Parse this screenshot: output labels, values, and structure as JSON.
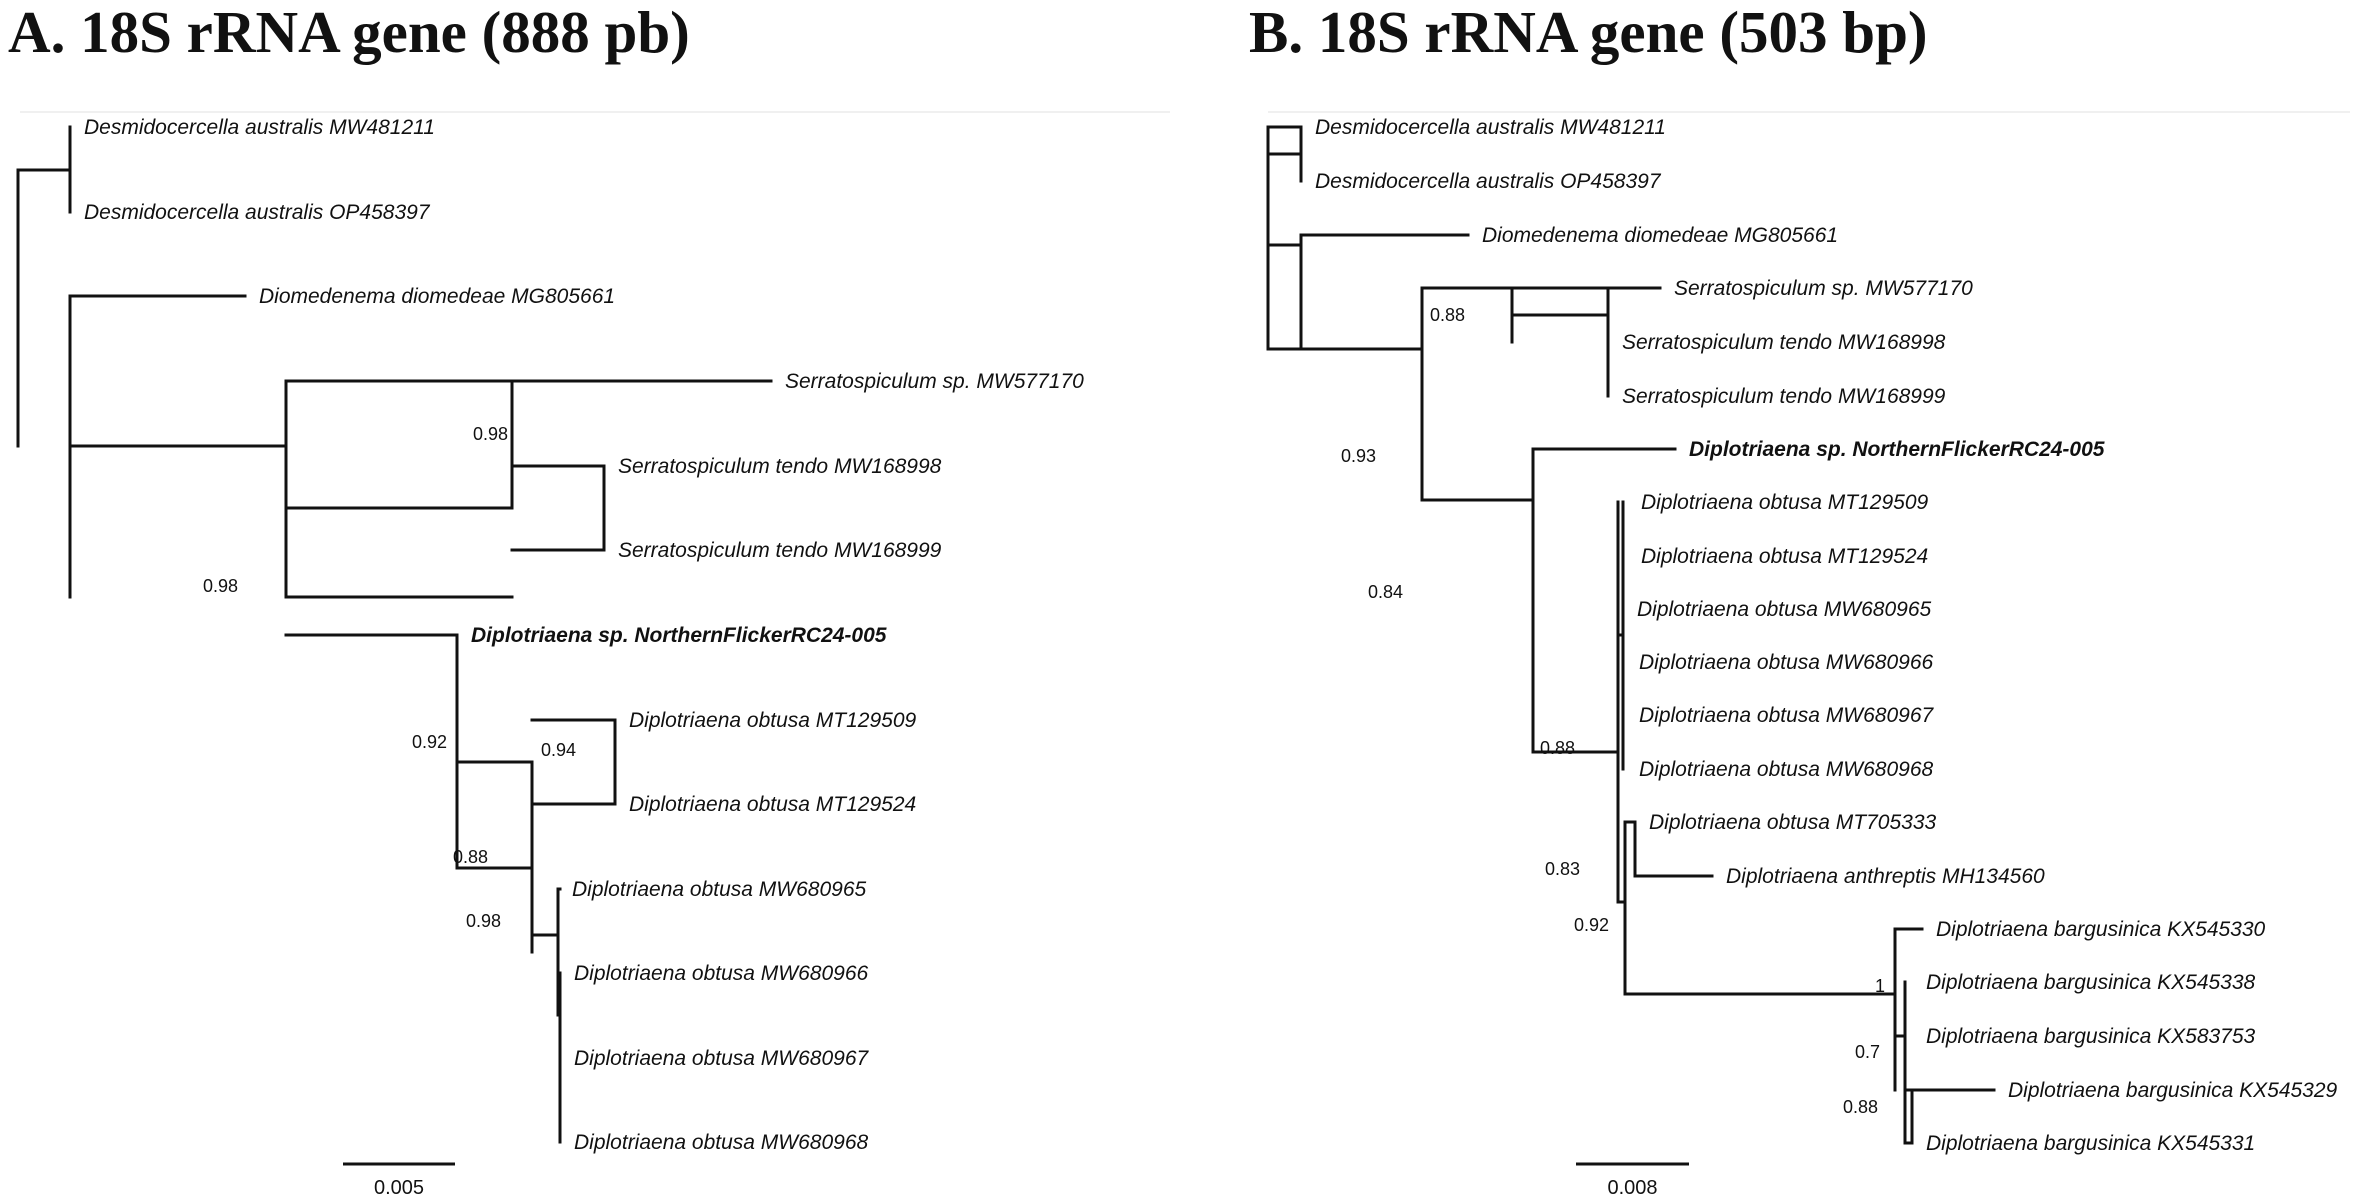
{
  "panels": [
    {
      "id": "a",
      "title": "A. 18S rRNA gene (888 pb)",
      "scale_label": "0.005",
      "scale_value": 0.005,
      "leaves": [
        {
          "label": "Desmidocercella australis MW481211"
        },
        {
          "label": "Desmidocercella australis OP458397"
        },
        {
          "label": "Diomedenema diomedeae MG805661"
        },
        {
          "label": "Serratospiculum sp. MW577170"
        },
        {
          "label": "Serratospiculum tendo MW168998"
        },
        {
          "label": "Serratospiculum tendo MW168999"
        },
        {
          "label": "Diplotriaena sp. NorthernFlickerRC24-005",
          "bold": true
        },
        {
          "label": "Diplotriaena obtusa MT129509"
        },
        {
          "label": "Diplotriaena obtusa MT129524"
        },
        {
          "label": "Diplotriaena obtusa MW680965"
        },
        {
          "label": "Diplotriaena obtusa MW680966"
        },
        {
          "label": "Diplotriaena obtusa MW680967"
        },
        {
          "label": "Diplotriaena obtusa MW680968"
        }
      ],
      "support_values": [
        "0.98",
        "0.98",
        "0.92",
        "0.94",
        "0.88",
        "0.98"
      ]
    },
    {
      "id": "b",
      "title": "B. 18S rRNA gene (503 bp)",
      "scale_label": "0.008",
      "scale_value": 0.008,
      "leaves": [
        {
          "label": "Desmidocercella australis MW481211"
        },
        {
          "label": "Desmidocercella australis OP458397"
        },
        {
          "label": "Diomedenema diomedeae MG805661"
        },
        {
          "label": "Serratospiculum sp. MW577170"
        },
        {
          "label": "Serratospiculum tendo MW168998"
        },
        {
          "label": "Serratospiculum tendo MW168999"
        },
        {
          "label": "Diplotriaena sp. NorthernFlickerRC24-005",
          "bold": true
        },
        {
          "label": "Diplotriaena obtusa MT129509"
        },
        {
          "label": "Diplotriaena obtusa MT129524"
        },
        {
          "label": "Diplotriaena obtusa MW680965"
        },
        {
          "label": "Diplotriaena obtusa MW680966"
        },
        {
          "label": "Diplotriaena obtusa MW680967"
        },
        {
          "label": "Diplotriaena obtusa MW680968"
        },
        {
          "label": "Diplotriaena obtusa MT705333"
        },
        {
          "label": "Diplotriaena anthreptis MH134560"
        },
        {
          "label": "Diplotriaena bargusinica KX545330"
        },
        {
          "label": "Diplotriaena bargusinica KX545338"
        },
        {
          "label": "Diplotriaena bargusinica KX583753"
        },
        {
          "label": "Diplotriaena bargusinica KX545329"
        },
        {
          "label": "Diplotriaena bargusinica KX545331"
        }
      ],
      "support_values": [
        "0.88",
        "0.93",
        "0.84",
        "0.88",
        "0.83",
        "0.92",
        "1",
        "0.7",
        "0.88"
      ]
    }
  ]
}
